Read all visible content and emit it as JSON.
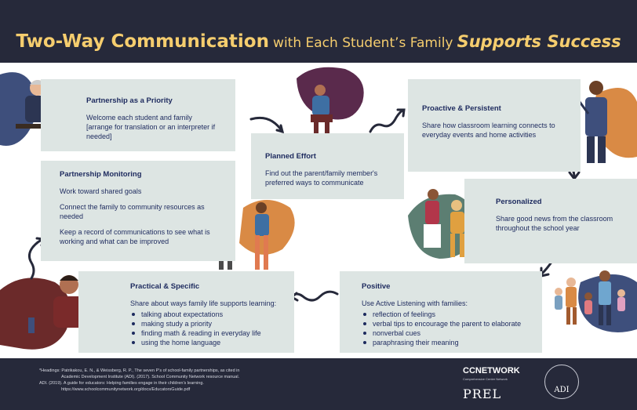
{
  "title": {
    "part1": "Two-Way Communication",
    "part2": "with Each Student’s Family",
    "part3": "Supports Success"
  },
  "cards": {
    "partnership_priority": {
      "heading": "Partnership as a Priority",
      "lines": [
        "Welcome each student and family",
        "[arrange for translation or an interpreter if needed]"
      ]
    },
    "planned_effort": {
      "heading": "Planned Effort",
      "lines": [
        "Find out the parent/family member's preferred ways to communicate"
      ]
    },
    "proactive": {
      "heading": "Proactive & Persistent",
      "lines": [
        "Share how classroom learning connects to everyday events and home activities"
      ]
    },
    "monitoring": {
      "heading": "Partnership Monitoring",
      "lines": [
        "Work toward shared goals",
        "Connect the family to community resources as needed",
        "Keep a record of communications to see what is working and what can be improved"
      ]
    },
    "personalized": {
      "heading": "Personalized",
      "lines": [
        "Share good news from the classroom throughout the school year"
      ]
    },
    "practical": {
      "heading": "Practical & Specific",
      "intro": "Share about ways family life supports learning:",
      "bullets": [
        "talking about expectations",
        "making study a priority",
        "finding math & reading in everyday life",
        "using the home language"
      ]
    },
    "positive": {
      "heading": "Positive",
      "intro": "Use Active Listening with families:",
      "bullets": [
        "reflection of feelings",
        "verbal tips to encourage the parent to elaborate",
        "nonverbal cues",
        "paraphrasing their meaning"
      ]
    }
  },
  "footer": {
    "refs": [
      "*Headings: Patrikakou, E. N., & Weissberg, R. P., The seven P’s of school-family partnerships, as cited in",
      "Academic Development Institute (ADI). (2017). School Community Network resource manual.",
      "ADI. (2019). A guide for educators: Helping families engage in their children’s learning.",
      "https://www.schoolcommunitynetwork.org/docs/EducatorsGuide.pdf"
    ],
    "logo_cc": "CCNETWORK",
    "logo_cc_sub": "Comprehensive Center Network",
    "logo_prel": "PREL",
    "logo_adi": "ADI"
  },
  "colors": {
    "header_bg": "#26293a",
    "title_gold": "#f5cd6e",
    "card_bg": "#dde5e3",
    "text_navy": "#1d2a5e",
    "blob_navy": "#3e4f7c",
    "blob_plum": "#5a2a4c",
    "blob_orange": "#d98a45",
    "blob_teal": "#5c7e72",
    "blob_maroon": "#6b2a2a"
  },
  "icons": [
    "curved-arrow-icon",
    "squiggle-arrow-icon",
    "down-arrow-icon"
  ]
}
